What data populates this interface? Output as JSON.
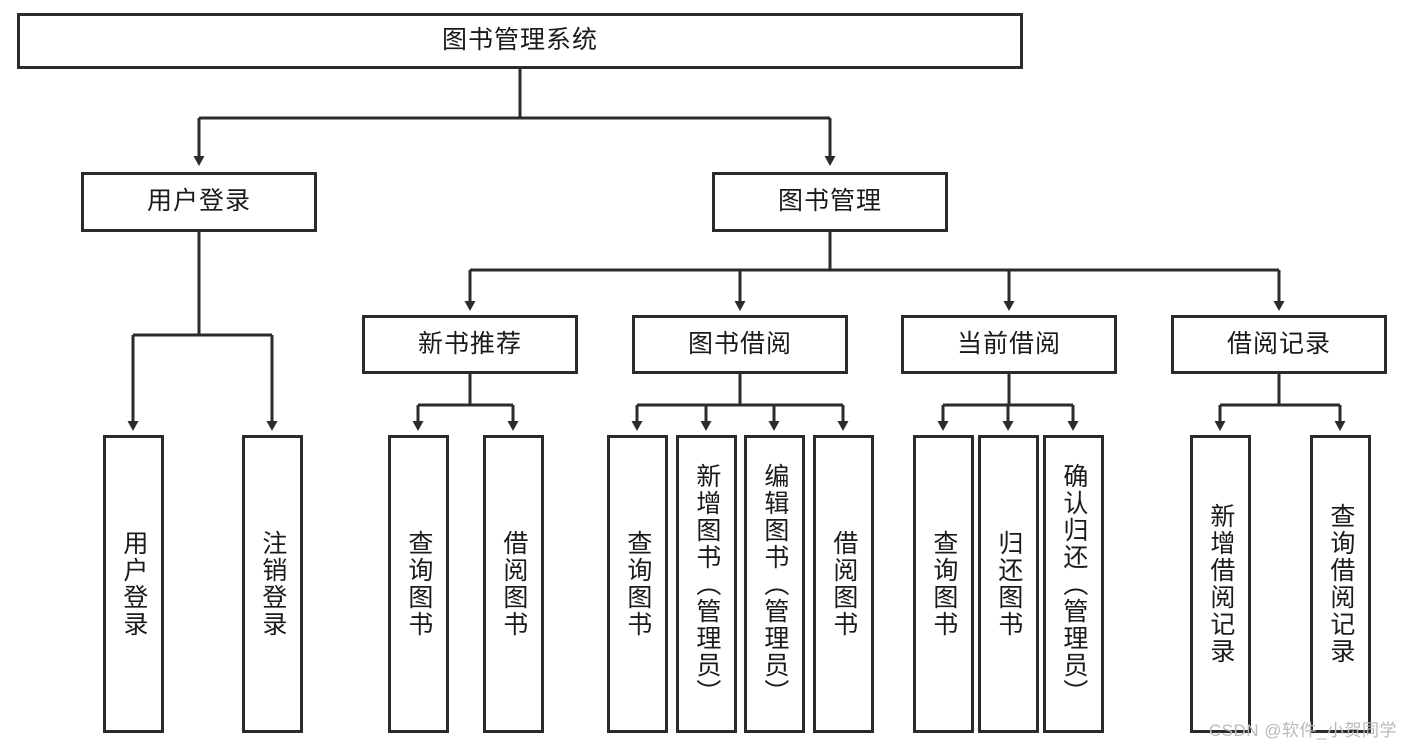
{
  "diagram": {
    "type": "hierarchy-tree",
    "title": "图书管理系统",
    "watermark": "CSDN @软件_小贺同学",
    "colors": {
      "stroke": "#2b2b2b",
      "fill": "#ffffff",
      "text": "#1a1a1a",
      "watermark": "#b9b9b9"
    },
    "nodes": {
      "root": {
        "label": "图书管理系统"
      },
      "level2": [
        {
          "id": "user-login",
          "label": "用户登录"
        },
        {
          "id": "book-management",
          "label": "图书管理"
        }
      ],
      "level3": [
        {
          "id": "new-book-recommend",
          "label": "新书推荐"
        },
        {
          "id": "book-borrow",
          "label": "图书借阅"
        },
        {
          "id": "current-borrow",
          "label": "当前借阅"
        },
        {
          "id": "borrow-record",
          "label": "借阅记录"
        }
      ],
      "leaves": {
        "user-login": [
          {
            "id": "leaf-user-login",
            "label": "用户登录"
          },
          {
            "id": "leaf-logout-login",
            "label": "注销登录"
          }
        ],
        "new-book-recommend": [
          {
            "id": "leaf-query-book-1",
            "label": "查询图书"
          },
          {
            "id": "leaf-borrow-book-1",
            "label": "借阅图书"
          }
        ],
        "book-borrow": [
          {
            "id": "leaf-query-book-2",
            "label": "查询图书"
          },
          {
            "id": "leaf-add-book",
            "label": "新增图书（管理员）"
          },
          {
            "id": "leaf-edit-book",
            "label": "编辑图书（管理员）"
          },
          {
            "id": "leaf-borrow-book-2",
            "label": "借阅图书"
          }
        ],
        "current-borrow": [
          {
            "id": "leaf-query-book-3",
            "label": "查询图书"
          },
          {
            "id": "leaf-return-book",
            "label": "归还图书"
          },
          {
            "id": "leaf-confirm-return",
            "label": "确认归还（管理员）"
          }
        ],
        "borrow-record": [
          {
            "id": "leaf-add-record",
            "label": "新增借阅记录"
          },
          {
            "id": "leaf-query-record",
            "label": "查询借阅记录"
          }
        ]
      }
    }
  }
}
